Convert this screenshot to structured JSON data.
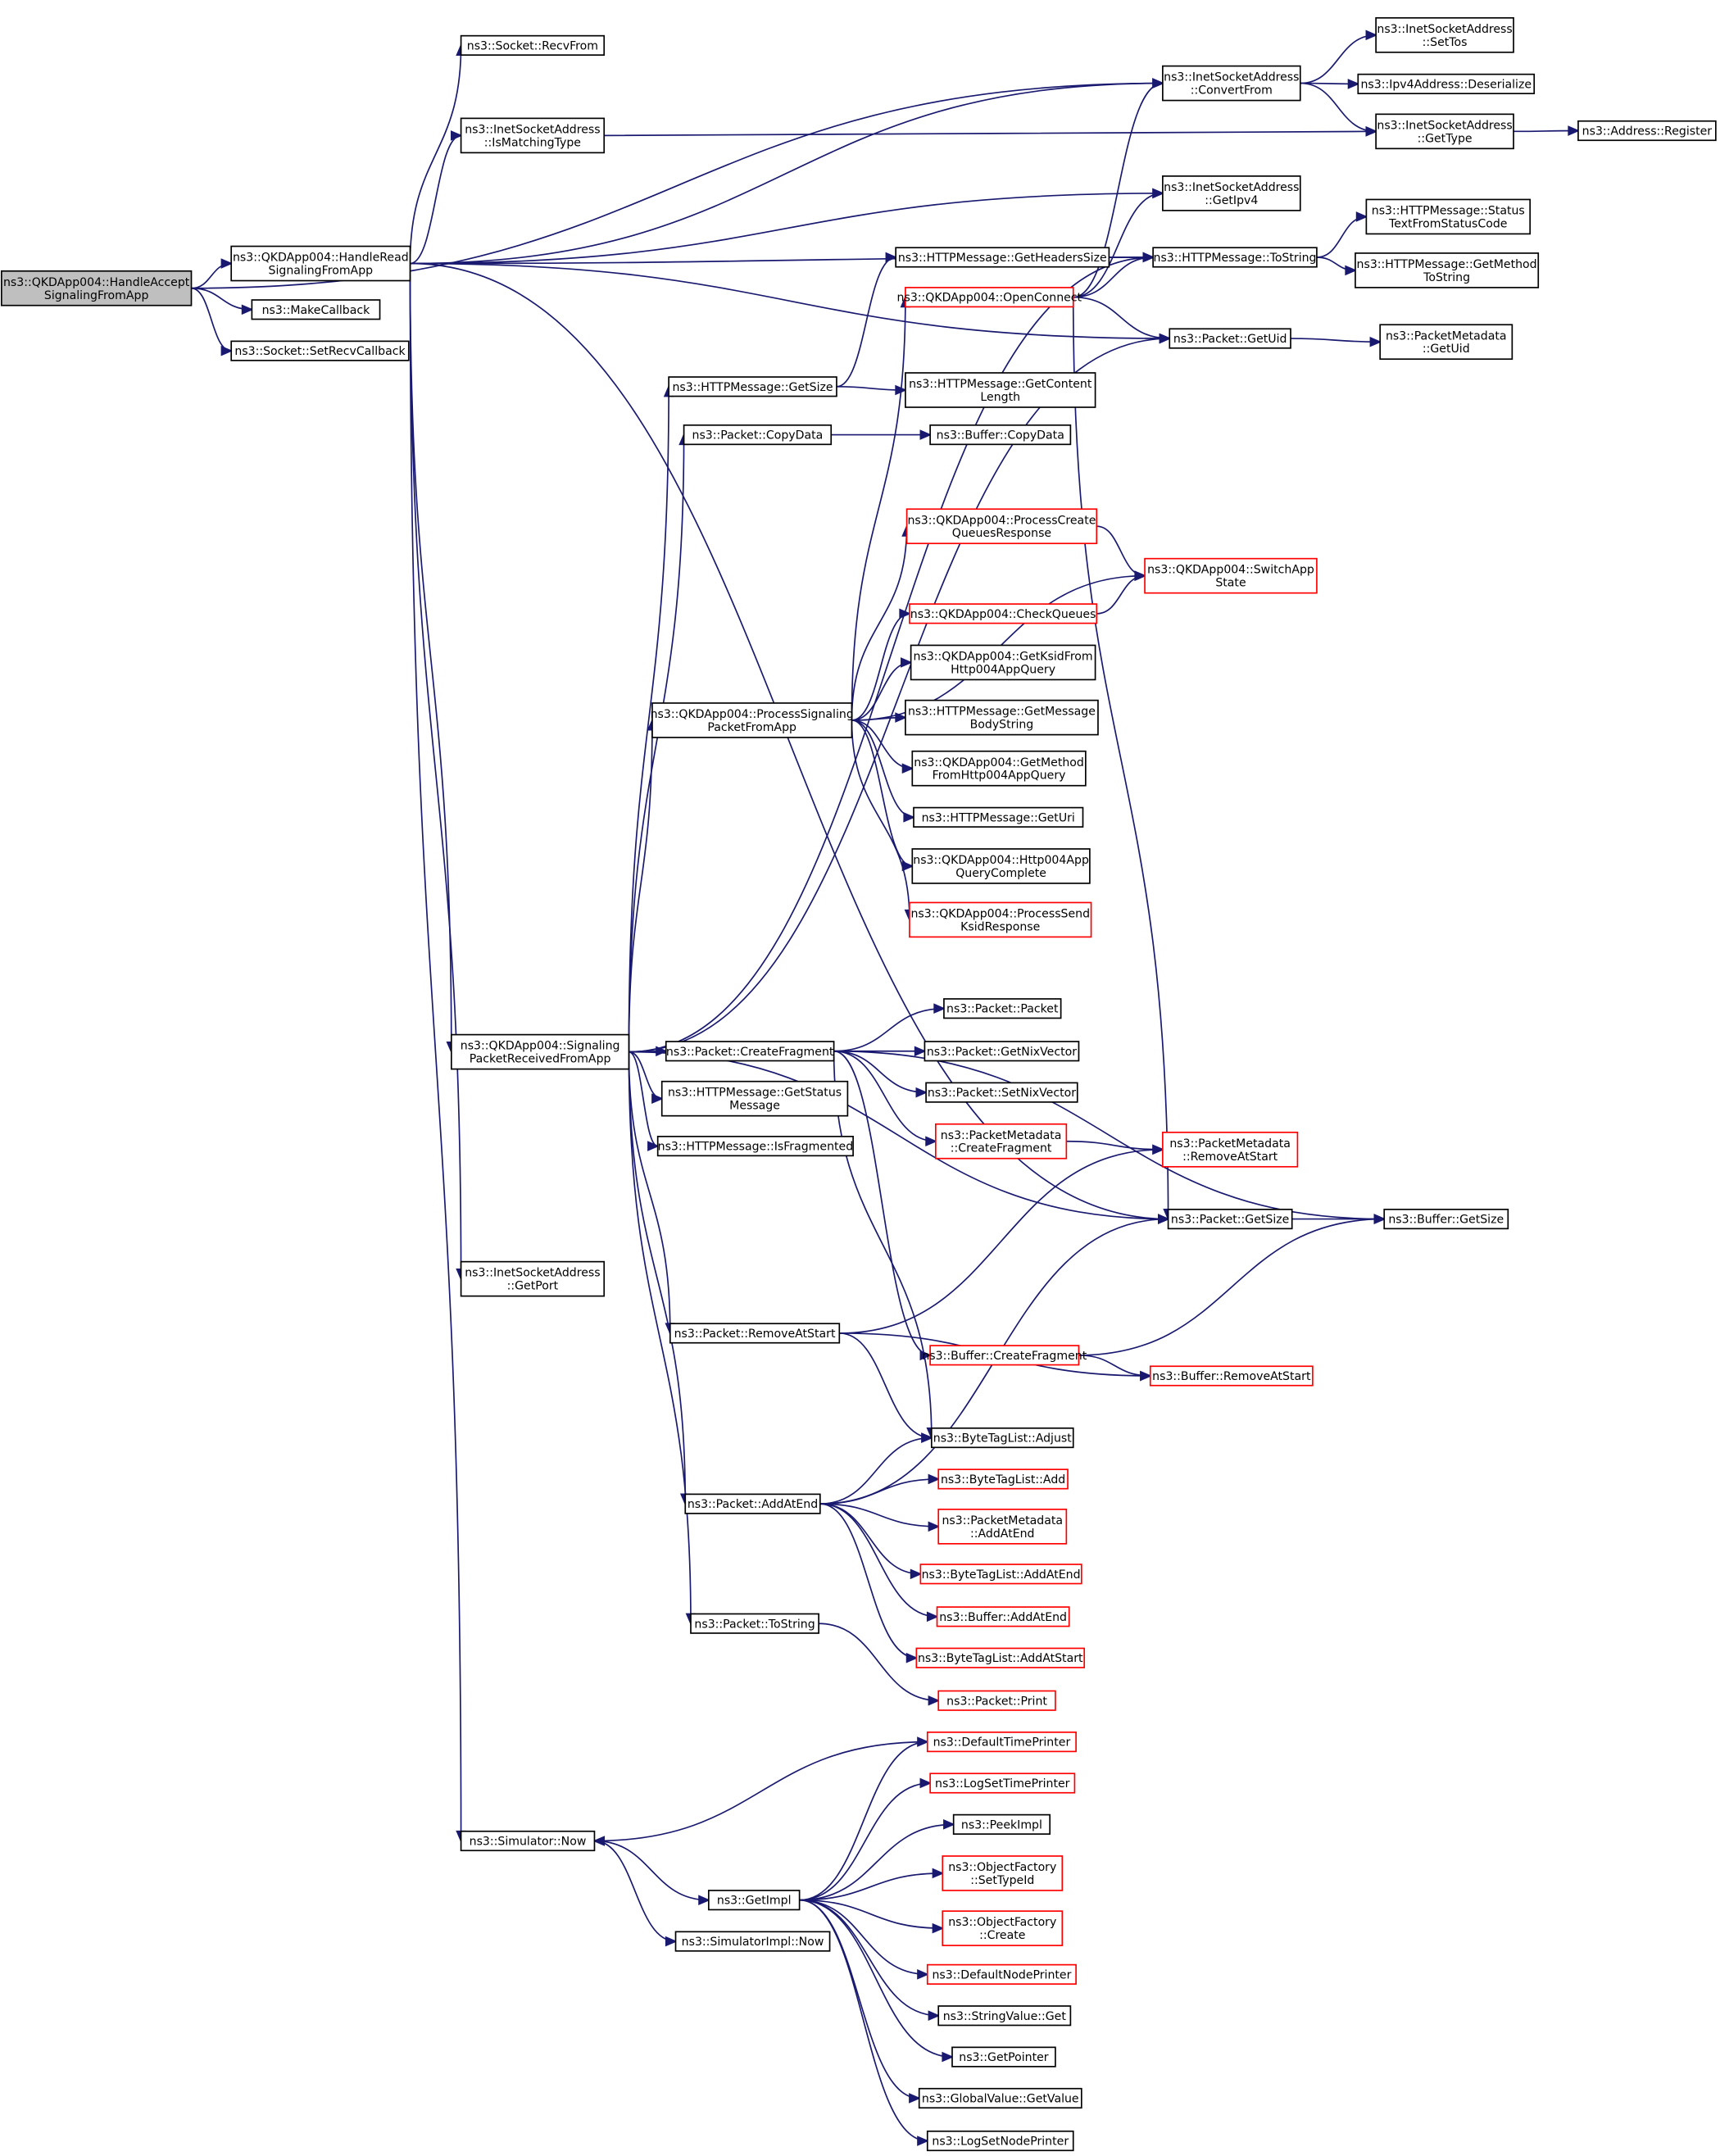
{
  "title": "Call graph of ns3::QKDApp004::HandleAcceptSignalingFromApp",
  "colors": {
    "root_fill": "#bfbfbf",
    "node_fill": "#ffffff",
    "node_border": "#000000",
    "truncated_border": "#ff0000",
    "edge": "#191970"
  },
  "nodes": [
    {
      "id": "root",
      "lines": [
        "ns3::QKDApp004::HandleAccept",
        "SignalingFromApp"
      ],
      "style": "root"
    },
    {
      "id": "handleRead",
      "lines": [
        "ns3::QKDApp004::HandleRead",
        "SignalingFromApp"
      ],
      "style": "normal"
    },
    {
      "id": "makeCallback",
      "lines": [
        "ns3::MakeCallback"
      ],
      "style": "normal"
    },
    {
      "id": "setRecvCallback",
      "lines": [
        "ns3::Socket::SetRecvCallback"
      ],
      "style": "normal"
    },
    {
      "id": "recvFrom",
      "lines": [
        "ns3::Socket::RecvFrom"
      ],
      "style": "normal"
    },
    {
      "id": "isMatchingType",
      "lines": [
        "ns3::InetSocketAddress",
        "::IsMatchingType"
      ],
      "style": "normal"
    },
    {
      "id": "convertFrom",
      "lines": [
        "ns3::InetSocketAddress",
        "::ConvertFrom"
      ],
      "style": "normal"
    },
    {
      "id": "setTos",
      "lines": [
        "ns3::InetSocketAddress",
        "::SetTos"
      ],
      "style": "normal"
    },
    {
      "id": "ipv4Deserialize",
      "lines": [
        "ns3::Ipv4Address::Deserialize"
      ],
      "style": "normal"
    },
    {
      "id": "getType",
      "lines": [
        "ns3::InetSocketAddress",
        "::GetType"
      ],
      "style": "normal"
    },
    {
      "id": "addressRegister",
      "lines": [
        "ns3::Address::Register"
      ],
      "style": "normal"
    },
    {
      "id": "getIpv4",
      "lines": [
        "ns3::InetSocketAddress",
        "::GetIpv4"
      ],
      "style": "normal"
    },
    {
      "id": "statusText",
      "lines": [
        "ns3::HTTPMessage::Status",
        "TextFromStatusCode"
      ],
      "style": "normal"
    },
    {
      "id": "httpToString",
      "lines": [
        "ns3::HTTPMessage::ToString"
      ],
      "style": "normal"
    },
    {
      "id": "getMethodToString",
      "lines": [
        "ns3::HTTPMessage::GetMethod",
        "ToString"
      ],
      "style": "normal"
    },
    {
      "id": "getHeadersSize",
      "lines": [
        "ns3::HTTPMessage::GetHeadersSize"
      ],
      "style": "normal"
    },
    {
      "id": "openConnect",
      "lines": [
        "ns3::QKDApp004::OpenConnect"
      ],
      "style": "truncated"
    },
    {
      "id": "packetGetUid",
      "lines": [
        "ns3::Packet::GetUid"
      ],
      "style": "normal"
    },
    {
      "id": "metadataGetUid",
      "lines": [
        "ns3::PacketMetadata",
        "::GetUid"
      ],
      "style": "normal"
    },
    {
      "id": "httpGetSize",
      "lines": [
        "ns3::HTTPMessage::GetSize"
      ],
      "style": "normal"
    },
    {
      "id": "getContentLength",
      "lines": [
        "ns3::HTTPMessage::GetContent",
        "Length"
      ],
      "style": "normal"
    },
    {
      "id": "packetCopyData",
      "lines": [
        "ns3::Packet::CopyData"
      ],
      "style": "normal"
    },
    {
      "id": "bufferCopyData",
      "lines": [
        "ns3::Buffer::CopyData"
      ],
      "style": "normal"
    },
    {
      "id": "processCreateQueues",
      "lines": [
        "ns3::QKDApp004::ProcessCreate",
        "QueuesResponse"
      ],
      "style": "truncated"
    },
    {
      "id": "switchAppState",
      "lines": [
        "ns3::QKDApp004::SwitchApp",
        "State"
      ],
      "style": "truncated"
    },
    {
      "id": "checkQueues",
      "lines": [
        "ns3::QKDApp004::CheckQueues"
      ],
      "style": "truncated"
    },
    {
      "id": "getKsid",
      "lines": [
        "ns3::QKDApp004::GetKsidFrom",
        "Http004AppQuery"
      ],
      "style": "normal"
    },
    {
      "id": "processSignaling",
      "lines": [
        "ns3::QKDApp004::ProcessSignaling",
        "PacketFromApp"
      ],
      "style": "normal"
    },
    {
      "id": "getMessageBody",
      "lines": [
        "ns3::HTTPMessage::GetMessage",
        "BodyString"
      ],
      "style": "normal"
    },
    {
      "id": "getMethodFrom",
      "lines": [
        "ns3::QKDApp004::GetMethod",
        "FromHttp004AppQuery"
      ],
      "style": "normal"
    },
    {
      "id": "getUri",
      "lines": [
        "ns3::HTTPMessage::GetUri"
      ],
      "style": "normal"
    },
    {
      "id": "queryComplete",
      "lines": [
        "ns3::QKDApp004::Http004App",
        "QueryComplete"
      ],
      "style": "normal"
    },
    {
      "id": "processSendKsid",
      "lines": [
        "ns3::QKDApp004::ProcessSend",
        "KsidResponse"
      ],
      "style": "truncated"
    },
    {
      "id": "signalingReceived",
      "lines": [
        "ns3::QKDApp004::Signaling",
        "PacketReceivedFromApp"
      ],
      "style": "normal"
    },
    {
      "id": "packetCreateFragment",
      "lines": [
        "ns3::Packet::CreateFragment"
      ],
      "style": "normal"
    },
    {
      "id": "packetPacket",
      "lines": [
        "ns3::Packet::Packet"
      ],
      "style": "normal"
    },
    {
      "id": "getNixVector",
      "lines": [
        "ns3::Packet::GetNixVector"
      ],
      "style": "normal"
    },
    {
      "id": "setNixVector",
      "lines": [
        "ns3::Packet::SetNixVector"
      ],
      "style": "normal"
    },
    {
      "id": "getStatusMessage",
      "lines": [
        "ns3::HTTPMessage::GetStatus",
        "Message"
      ],
      "style": "normal"
    },
    {
      "id": "metadataCreateFragment",
      "lines": [
        "ns3::PacketMetadata",
        "::CreateFragment"
      ],
      "style": "truncated"
    },
    {
      "id": "isFragmented",
      "lines": [
        "ns3::HTTPMessage::IsFragmented"
      ],
      "style": "normal"
    },
    {
      "id": "metadataRemoveAtStart",
      "lines": [
        "ns3::PacketMetadata",
        "::RemoveAtStart"
      ],
      "style": "truncated"
    },
    {
      "id": "packetGetSize",
      "lines": [
        "ns3::Packet::GetSize"
      ],
      "style": "normal"
    },
    {
      "id": "bufferGetSize",
      "lines": [
        "ns3::Buffer::GetSize"
      ],
      "style": "normal"
    },
    {
      "id": "getPort",
      "lines": [
        "ns3::InetSocketAddress",
        "::GetPort"
      ],
      "style": "normal"
    },
    {
      "id": "packetRemoveAtStart",
      "lines": [
        "ns3::Packet::RemoveAtStart"
      ],
      "style": "normal"
    },
    {
      "id": "bufferCreateFragment",
      "lines": [
        "ns3::Buffer::CreateFragment"
      ],
      "style": "truncated"
    },
    {
      "id": "bufferRemoveAtStart",
      "lines": [
        "ns3::Buffer::RemoveAtStart"
      ],
      "style": "truncated"
    },
    {
      "id": "byteTagAdjust",
      "lines": [
        "ns3::ByteTagList::Adjust"
      ],
      "style": "normal"
    },
    {
      "id": "packetAddAtEnd",
      "lines": [
        "ns3::Packet::AddAtEnd"
      ],
      "style": "normal"
    },
    {
      "id": "byteTagAdd",
      "lines": [
        "ns3::ByteTagList::Add"
      ],
      "style": "truncated"
    },
    {
      "id": "metadataAddAtEnd",
      "lines": [
        "ns3::PacketMetadata",
        "::AddAtEnd"
      ],
      "style": "truncated"
    },
    {
      "id": "byteTagAddAtEnd",
      "lines": [
        "ns3::ByteTagList::AddAtEnd"
      ],
      "style": "truncated"
    },
    {
      "id": "bufferAddAtEnd",
      "lines": [
        "ns3::Buffer::AddAtEnd"
      ],
      "style": "truncated"
    },
    {
      "id": "packetToString",
      "lines": [
        "ns3::Packet::ToString"
      ],
      "style": "normal"
    },
    {
      "id": "byteTagAddAtStart",
      "lines": [
        "ns3::ByteTagList::AddAtStart"
      ],
      "style": "truncated"
    },
    {
      "id": "packetPrint",
      "lines": [
        "ns3::Packet::Print"
      ],
      "style": "truncated"
    },
    {
      "id": "defaultTimePrinter",
      "lines": [
        "ns3::DefaultTimePrinter"
      ],
      "style": "truncated"
    },
    {
      "id": "logSetTimePrinter",
      "lines": [
        "ns3::LogSetTimePrinter"
      ],
      "style": "truncated"
    },
    {
      "id": "simulatorNow",
      "lines": [
        "ns3::Simulator::Now"
      ],
      "style": "normal"
    },
    {
      "id": "peekImpl",
      "lines": [
        "ns3::PeekImpl"
      ],
      "style": "normal"
    },
    {
      "id": "objectFactorySetTypeId",
      "lines": [
        "ns3::ObjectFactory",
        "::SetTypeId"
      ],
      "style": "truncated"
    },
    {
      "id": "getImpl",
      "lines": [
        "ns3::GetImpl"
      ],
      "style": "normal"
    },
    {
      "id": "objectFactoryCreate",
      "lines": [
        "ns3::ObjectFactory",
        "::Create"
      ],
      "style": "truncated"
    },
    {
      "id": "simulatorImplNow",
      "lines": [
        "ns3::SimulatorImpl::Now"
      ],
      "style": "normal"
    },
    {
      "id": "defaultNodePrinter",
      "lines": [
        "ns3::DefaultNodePrinter"
      ],
      "style": "truncated"
    },
    {
      "id": "stringValueGet",
      "lines": [
        "ns3::StringValue::Get"
      ],
      "style": "normal"
    },
    {
      "id": "getPointer",
      "lines": [
        "ns3::GetPointer"
      ],
      "style": "normal"
    },
    {
      "id": "globalValueGetValue",
      "lines": [
        "ns3::GlobalValue::GetValue"
      ],
      "style": "normal"
    },
    {
      "id": "logSetNodePrinter",
      "lines": [
        "ns3::LogSetNodePrinter"
      ],
      "style": "normal"
    }
  ],
  "edges": [
    [
      "root",
      "handleRead"
    ],
    [
      "root",
      "makeCallback"
    ],
    [
      "root",
      "setRecvCallback"
    ],
    [
      "root",
      "convertFrom"
    ],
    [
      "handleRead",
      "recvFrom"
    ],
    [
      "handleRead",
      "isMatchingType"
    ],
    [
      "handleRead",
      "convertFrom"
    ],
    [
      "handleRead",
      "getIpv4"
    ],
    [
      "handleRead",
      "httpToString"
    ],
    [
      "handleRead",
      "packetGetUid"
    ],
    [
      "handleRead",
      "signalingReceived"
    ],
    [
      "handleRead",
      "packetGetSize"
    ],
    [
      "handleRead",
      "getPort"
    ],
    [
      "handleRead",
      "simulatorNow"
    ],
    [
      "isMatchingType",
      "getType"
    ],
    [
      "convertFrom",
      "setTos"
    ],
    [
      "convertFrom",
      "ipv4Deserialize"
    ],
    [
      "convertFrom",
      "getType"
    ],
    [
      "getType",
      "addressRegister"
    ],
    [
      "httpToString",
      "statusText"
    ],
    [
      "httpToString",
      "getMethodToString"
    ],
    [
      "getHeadersSize",
      "httpToString"
    ],
    [
      "openConnect",
      "convertFrom"
    ],
    [
      "openConnect",
      "getIpv4"
    ],
    [
      "openConnect",
      "httpToString"
    ],
    [
      "openConnect",
      "packetGetUid"
    ],
    [
      "openConnect",
      "packetGetSize"
    ],
    [
      "packetGetUid",
      "metadataGetUid"
    ],
    [
      "httpGetSize",
      "getHeadersSize"
    ],
    [
      "httpGetSize",
      "getContentLength"
    ],
    [
      "packetCopyData",
      "bufferCopyData"
    ],
    [
      "processCreateQueues",
      "switchAppState"
    ],
    [
      "checkQueues",
      "switchAppState"
    ],
    [
      "processSignaling",
      "openConnect"
    ],
    [
      "processSignaling",
      "processCreateQueues"
    ],
    [
      "processSignaling",
      "switchAppState"
    ],
    [
      "processSignaling",
      "checkQueues"
    ],
    [
      "processSignaling",
      "getKsid"
    ],
    [
      "processSignaling",
      "getMessageBody"
    ],
    [
      "processSignaling",
      "getMethodFrom"
    ],
    [
      "processSignaling",
      "getUri"
    ],
    [
      "processSignaling",
      "queryComplete"
    ],
    [
      "processSignaling",
      "processSendKsid"
    ],
    [
      "signalingReceived",
      "httpToString"
    ],
    [
      "signalingReceived",
      "httpGetSize"
    ],
    [
      "signalingReceived",
      "packetCopyData"
    ],
    [
      "signalingReceived",
      "processSignaling"
    ],
    [
      "signalingReceived",
      "packetCreateFragment"
    ],
    [
      "signalingReceived",
      "getStatusMessage"
    ],
    [
      "signalingReceived",
      "isFragmented"
    ],
    [
      "signalingReceived",
      "packetGetSize"
    ],
    [
      "signalingReceived",
      "packetRemoveAtStart"
    ],
    [
      "signalingReceived",
      "packetAddAtEnd"
    ],
    [
      "signalingReceived",
      "packetToString"
    ],
    [
      "signalingReceived",
      "packetGetUid"
    ],
    [
      "packetCreateFragment",
      "packetPacket"
    ],
    [
      "packetCreateFragment",
      "getNixVector"
    ],
    [
      "packetCreateFragment",
      "setNixVector"
    ],
    [
      "packetCreateFragment",
      "metadataCreateFragment"
    ],
    [
      "packetCreateFragment",
      "bufferCreateFragment"
    ],
    [
      "packetCreateFragment",
      "byteTagAdjust"
    ],
    [
      "packetCreateFragment",
      "bufferGetSize"
    ],
    [
      "metadataCreateFragment",
      "metadataRemoveAtStart"
    ],
    [
      "packetGetSize",
      "bufferGetSize"
    ],
    [
      "packetRemoveAtStart",
      "metadataRemoveAtStart"
    ],
    [
      "packetRemoveAtStart",
      "bufferRemoveAtStart"
    ],
    [
      "packetRemoveAtStart",
      "byteTagAdjust"
    ],
    [
      "bufferCreateFragment",
      "bufferRemoveAtStart"
    ],
    [
      "bufferCreateFragment",
      "bufferGetSize"
    ],
    [
      "packetAddAtEnd",
      "packetGetSize"
    ],
    [
      "packetAddAtEnd",
      "byteTagAdjust"
    ],
    [
      "packetAddAtEnd",
      "byteTagAdd"
    ],
    [
      "packetAddAtEnd",
      "metadataAddAtEnd"
    ],
    [
      "packetAddAtEnd",
      "byteTagAddAtEnd"
    ],
    [
      "packetAddAtEnd",
      "bufferAddAtEnd"
    ],
    [
      "packetAddAtEnd",
      "byteTagAddAtStart"
    ],
    [
      "packetToString",
      "packetPrint"
    ],
    [
      "defaultTimePrinter",
      "simulatorNow"
    ],
    [
      "simulatorNow",
      "getImpl"
    ],
    [
      "simulatorNow",
      "simulatorImplNow"
    ],
    [
      "getImpl",
      "defaultTimePrinter"
    ],
    [
      "getImpl",
      "logSetTimePrinter"
    ],
    [
      "getImpl",
      "peekImpl"
    ],
    [
      "getImpl",
      "objectFactorySetTypeId"
    ],
    [
      "getImpl",
      "objectFactoryCreate"
    ],
    [
      "getImpl",
      "defaultNodePrinter"
    ],
    [
      "getImpl",
      "stringValueGet"
    ],
    [
      "getImpl",
      "getPointer"
    ],
    [
      "getImpl",
      "globalValueGetValue"
    ],
    [
      "getImpl",
      "logSetNodePrinter"
    ]
  ]
}
